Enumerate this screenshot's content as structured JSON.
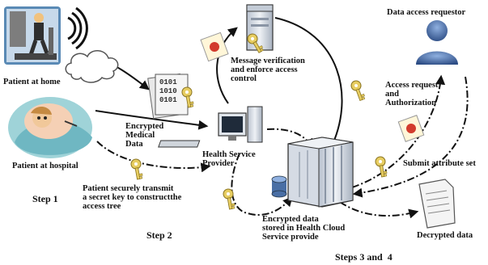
{
  "labels": {
    "patient_home": "Patient at home",
    "patient_hospital": "Patient at hospital",
    "encrypted_medical": "Encrypted\nMedical\nData",
    "health_service_provider": "Health Service\nProvider",
    "message_verification": "Message verification\nand enforce access\ncontrol",
    "data_access_requestor": "Data access requestor",
    "access_request": "Access request\nand\nAuthorization",
    "submit_attribute": "Submit attribute set",
    "patient_transmit": "Patient securely transmit\na secret key to constructthe\naccess tree",
    "encrypted_stored": "Encrypted data\nstored in Health Cloud\nService provide",
    "decrypted_data": "Decrypted data",
    "step1": "Step 1",
    "step2": "Step 2",
    "steps34": "Steps 3 and  4",
    "binary_bits": "0101\n1010\n0101"
  },
  "colors": {
    "arrow": "#111111",
    "key": "#e2c75c",
    "server": "#d9dfe8",
    "person_blue": "#3c5f9a",
    "cloud": "#ffffff"
  },
  "icons": [
    "wifi-icon",
    "cloud-icon",
    "computer-icon",
    "server-icon",
    "key-icon",
    "certificate-icon",
    "document-icon",
    "person-icon",
    "database-icon"
  ]
}
